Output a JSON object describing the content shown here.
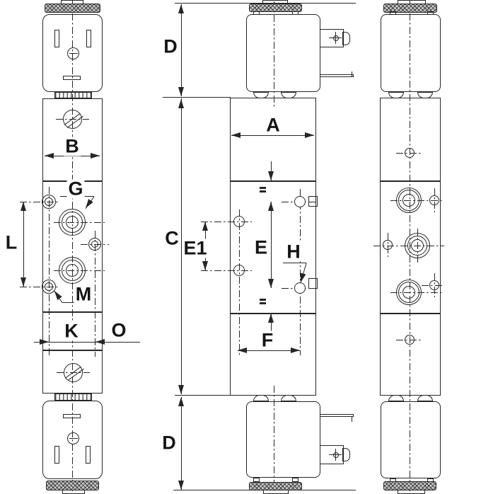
{
  "colors": {
    "line": "#262626",
    "background": "#ffffff",
    "cap_fill": "#c9c9c9"
  },
  "labels": {
    "front": {
      "B": "B",
      "G": "G",
      "L": "L",
      "M": "M",
      "K": "K",
      "O": "O"
    },
    "side": {
      "D_top": "D",
      "A": "A",
      "C": "C",
      "E1": "E1",
      "E": "E",
      "H": "H",
      "F": "F",
      "D_bottom": "D"
    }
  }
}
